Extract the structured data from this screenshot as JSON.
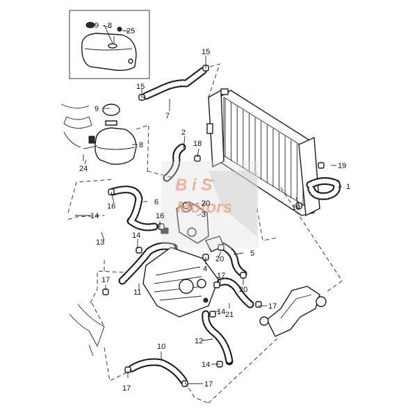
{
  "diagram": {
    "watermark_lines": [
      "B i S",
      "Motors"
    ],
    "watermark_color": "#e9a07a",
    "callouts": [
      {
        "id": "c1",
        "text": "1"
      },
      {
        "id": "c2",
        "text": "2"
      },
      {
        "id": "c3",
        "text": "3"
      },
      {
        "id": "c4",
        "text": "4"
      },
      {
        "id": "c5",
        "text": "5"
      },
      {
        "id": "c6",
        "text": "6"
      },
      {
        "id": "c7",
        "text": "7"
      },
      {
        "id": "c8a",
        "text": "8"
      },
      {
        "id": "c8b",
        "text": "8"
      },
      {
        "id": "c9a",
        "text": "9"
      },
      {
        "id": "c9b",
        "text": "9"
      },
      {
        "id": "c10",
        "text": "10"
      },
      {
        "id": "c11",
        "text": "11"
      },
      {
        "id": "c12",
        "text": "12"
      },
      {
        "id": "c13",
        "text": "13"
      },
      {
        "id": "c14a",
        "text": "14"
      },
      {
        "id": "c14b",
        "text": "14"
      },
      {
        "id": "c14c",
        "text": "14"
      },
      {
        "id": "c14d",
        "text": "14"
      },
      {
        "id": "c15a",
        "text": "15"
      },
      {
        "id": "c15b",
        "text": "15"
      },
      {
        "id": "c16a",
        "text": "16"
      },
      {
        "id": "c16b",
        "text": "16"
      },
      {
        "id": "c17a",
        "text": "17"
      },
      {
        "id": "c17b",
        "text": "17"
      },
      {
        "id": "c17c",
        "text": "17"
      },
      {
        "id": "c17d",
        "text": "17"
      },
      {
        "id": "c17e",
        "text": "17"
      },
      {
        "id": "c18a",
        "text": "18"
      },
      {
        "id": "c18b",
        "text": "18"
      },
      {
        "id": "c19",
        "text": "19"
      },
      {
        "id": "c20a",
        "text": "20"
      },
      {
        "id": "c20b",
        "text": "20"
      },
      {
        "id": "c20c",
        "text": "20"
      },
      {
        "id": "c21",
        "text": "21"
      },
      {
        "id": "c24",
        "text": "24"
      },
      {
        "id": "c25",
        "text": "25"
      }
    ]
  }
}
